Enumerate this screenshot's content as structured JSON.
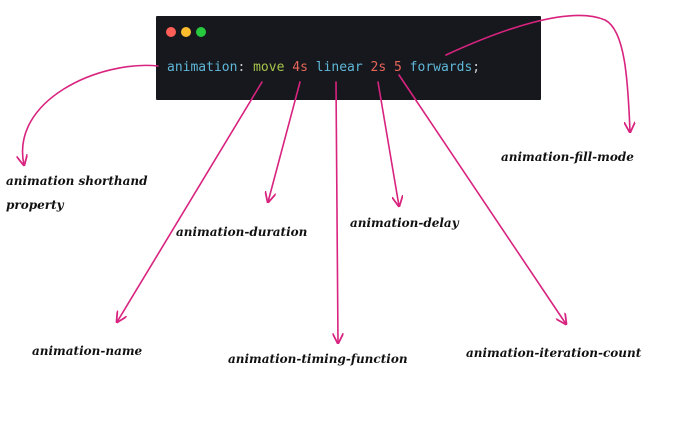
{
  "colors": {
    "window_bg": "#16181d",
    "arrow": "#d8237f",
    "dot_red": "#ff5f56",
    "dot_yellow": "#ffbd2e",
    "dot_green": "#27c93f",
    "token_property": "#5fb7d8",
    "token_punct": "#c8ccd4",
    "token_name": "#a6c34a",
    "token_number": "#e8655a",
    "token_keyword": "#5fb7d8"
  },
  "code": {
    "tokens": [
      {
        "text": "animation",
        "role": "property"
      },
      {
        "text": ": ",
        "role": "punct"
      },
      {
        "text": "move",
        "role": "name"
      },
      {
        "text": " ",
        "role": "punct"
      },
      {
        "text": "4s",
        "role": "number"
      },
      {
        "text": " ",
        "role": "punct"
      },
      {
        "text": "linear",
        "role": "keyword"
      },
      {
        "text": " ",
        "role": "punct"
      },
      {
        "text": "2s",
        "role": "number"
      },
      {
        "text": " ",
        "role": "punct"
      },
      {
        "text": "5",
        "role": "number"
      },
      {
        "text": " ",
        "role": "punct"
      },
      {
        "text": "forwards",
        "role": "keyword"
      },
      {
        "text": ";",
        "role": "punct"
      }
    ]
  },
  "labels": {
    "shorthand_line1": "animation shorthand",
    "shorthand_line2": "property",
    "fill_mode": "animation-fill-mode",
    "duration": "animation-duration",
    "delay": "animation-delay",
    "name": "animation-name",
    "timing_function": "animation-timing-function",
    "iteration_count": "animation-iteration-count"
  }
}
